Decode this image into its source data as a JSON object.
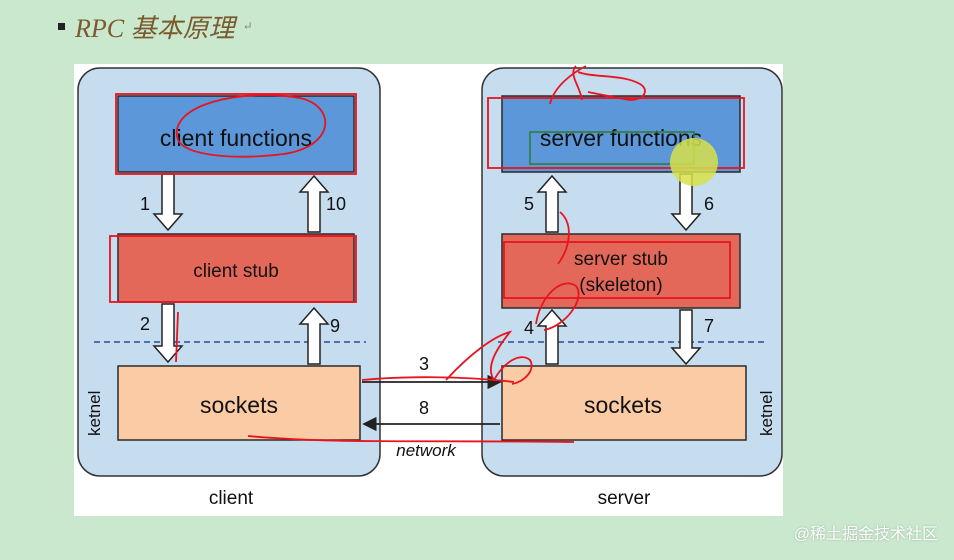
{
  "heading": {
    "text": "RPC 基本原理"
  },
  "left_column": {
    "caption": "client",
    "kernel_label": "ketnel",
    "top_box": "client functions",
    "stub_box": "client stub",
    "socket_box": "sockets"
  },
  "right_column": {
    "caption": "server",
    "kernel_label": "ketnel",
    "top_box": "server functions",
    "stub_line1": "server stub",
    "stub_line2": "(skeleton)",
    "socket_box": "sockets"
  },
  "steps": [
    "1",
    "2",
    "3",
    "4",
    "5",
    "6",
    "7",
    "8",
    "9",
    "10"
  ],
  "network_label": "network",
  "watermark": "@稀土掘金技术社区",
  "colors": {
    "page_bg": "#c9e8cd",
    "column_bg": "#c6dcef",
    "function_box": "#5b97d9",
    "stub_box": "#e3685a",
    "socket_box": "#fbcba6",
    "annotation": "#e8141e"
  }
}
